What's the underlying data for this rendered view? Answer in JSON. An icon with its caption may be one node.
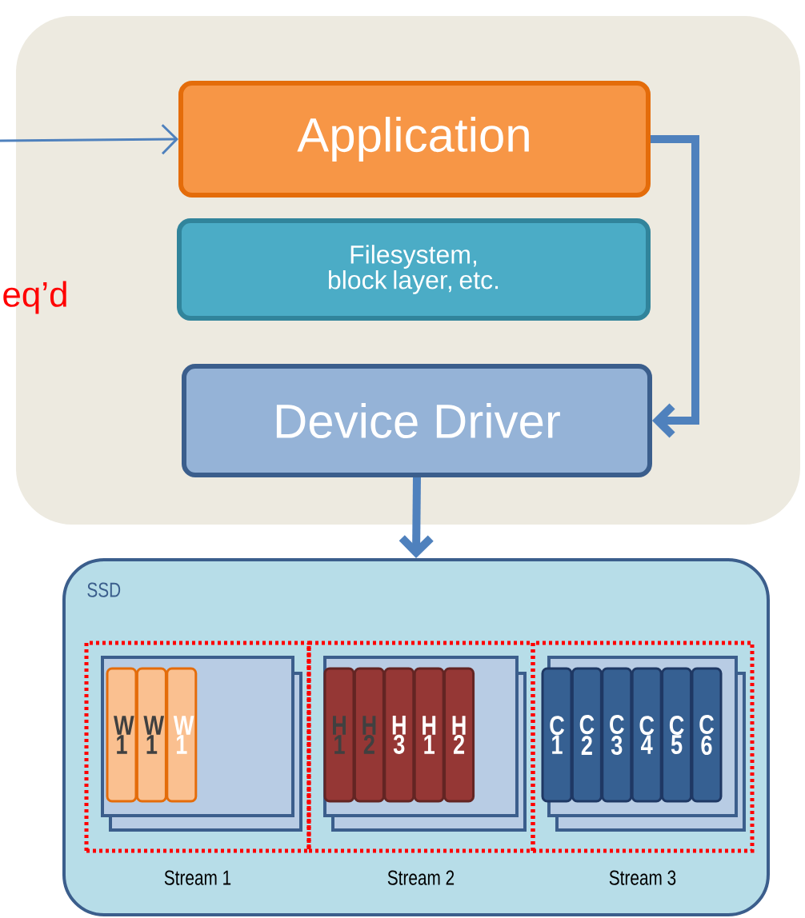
{
  "diagram": {
    "nodes": [
      {
        "text": [],
        "shape": "box"
      },
      {
        "text": [
          "Application"
        ],
        "in": 0
      },
      {
        "text": [
          "Filesystem, block layer, etc."
        ],
        "in": 0
      },
      {
        "text": [
          "Device Driver"
        ],
        "in": 0
      },
      {
        "text": [
          "SSD"
        ]
      },
      {
        "text": [
          "Stream 1"
        ],
        "in": 4
      },
      {
        "text": [
          "Stream 2"
        ],
        "in": 4
      },
      {
        "text": [
          "Stream 3"
        ],
        "in": 4
      },
      {
        "text": [
          "W 1"
        ],
        "in": 5
      },
      {
        "text": [
          "W 1"
        ],
        "in": 5
      },
      {
        "text": [
          "W 1"
        ],
        "in": 5
      },
      {
        "text": [
          "H 1"
        ],
        "in": 6
      },
      {
        "text": [
          "H 2"
        ],
        "in": 6
      },
      {
        "text": [
          "H 3"
        ],
        "in": 6
      },
      {
        "text": [
          "H 1"
        ],
        "in": 6
      },
      {
        "text": [
          "H 2"
        ],
        "in": 6
      },
      {
        "text": [
          "C 1"
        ],
        "in": 7
      },
      {
        "text": [
          "C 2"
        ],
        "in": 7
      },
      {
        "text": [
          "C 3"
        ],
        "in": 7
      },
      {
        "text": [
          "C 4"
        ],
        "in": 7
      },
      {
        "text": [
          "C 5"
        ],
        "in": 7
      },
      {
        "text": [
          "C 6"
        ],
        "in": 7
      }
    ],
    "edges": [
      {
        "from": null,
        "to": 1,
        "arrow": "to"
      },
      {
        "from": 1,
        "to": 3,
        "arrow": "to"
      },
      {
        "from": 3,
        "to": 4,
        "arrow": "to"
      }
    ],
    "labels": [
      "eq’d"
    ]
  }
}
